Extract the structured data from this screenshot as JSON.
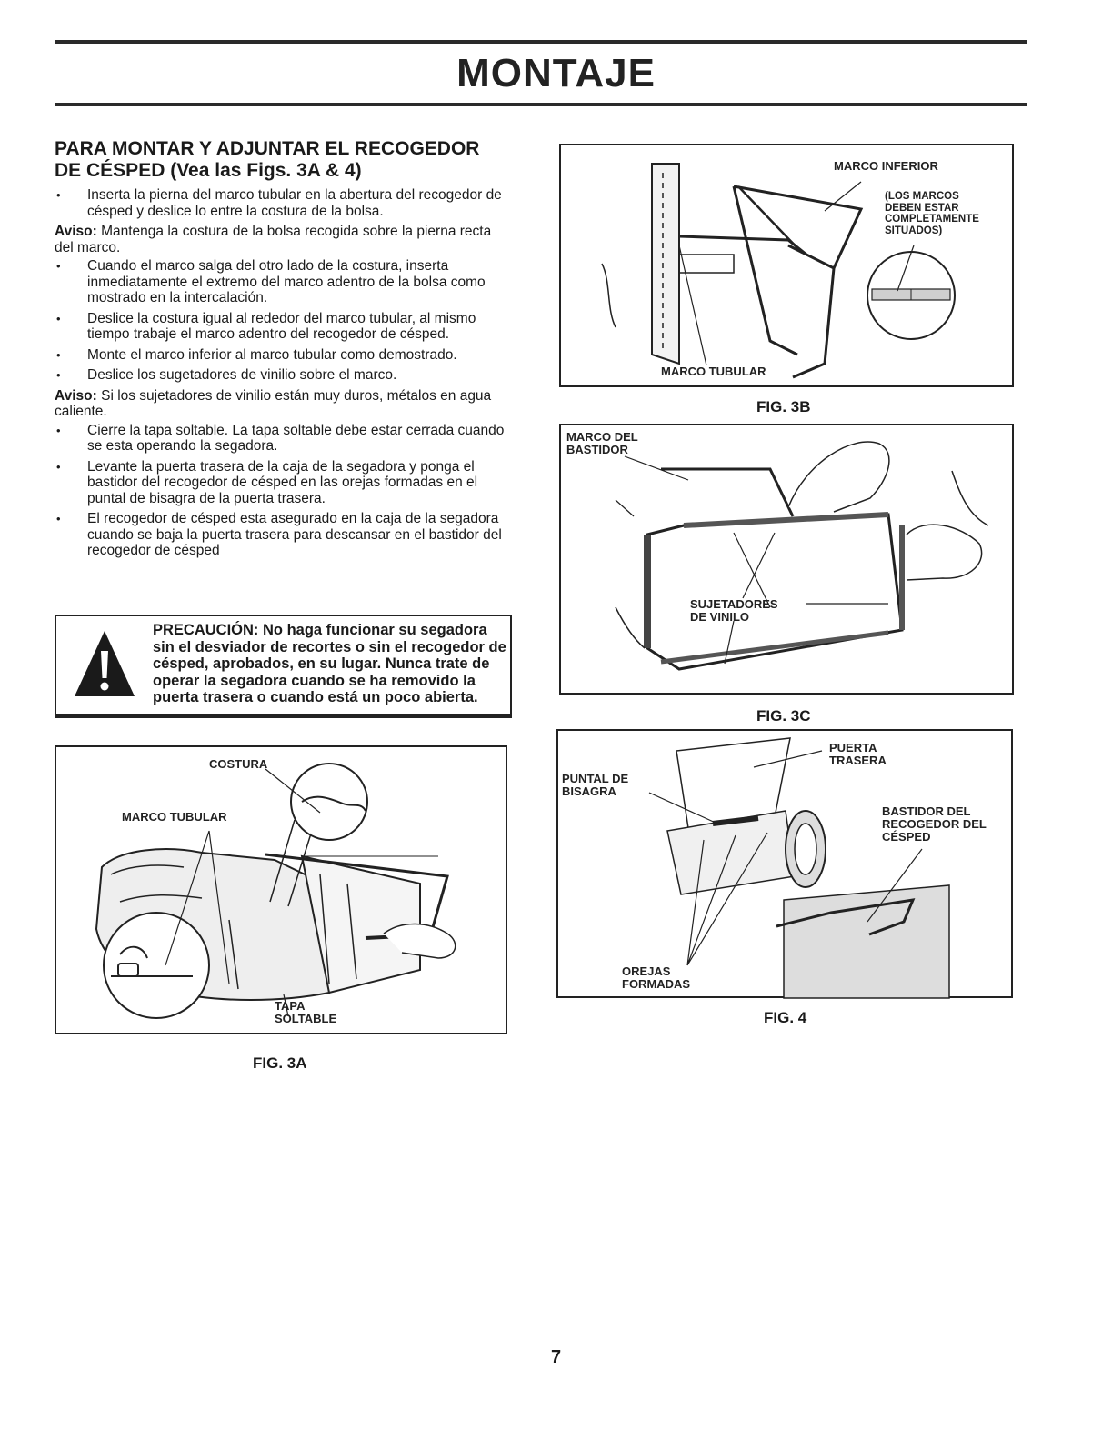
{
  "page": {
    "title": "MONTAJE",
    "page_number": "7"
  },
  "section": {
    "title": "PARA MONTAR Y ADJUNTAR EL RECOGEDOR",
    "title_line2": "DE CÉSPED (Vea las Figs. 3A & 4)",
    "bullets_1": [
      "Inserta la pierna del marco tubular en la abertura del recogedor de césped y deslice lo entre la costura de la bolsa."
    ],
    "notice_1_label": "Aviso:",
    "notice_1_text": " Mantenga la costura de la bolsa recogida sobre la pierna recta del marco.",
    "bullets_2": [
      "Cuando el marco salga del otro lado de la costura, inserta inmediatamente el extremo del marco adentro de la bolsa como mostrado en la intercalación.",
      "Deslice la costura igual al rededor del marco tubular, al mismo tiempo trabaje el marco adentro del recogedor de césped.",
      "Monte el marco inferior al marco tubular como demostrado.",
      "Deslice los sugetadores de vinilio sobre el marco."
    ],
    "notice_2_label": "Aviso:",
    "notice_2_text": " Si los sujetadores de vinilio están muy duros, métalos en agua caliente.",
    "bullets_3": [
      "Cierre la tapa soltable. La tapa soltable debe estar cerrada cuando se esta operando la segadora.",
      "Levante la puerta trasera de la caja de la segadora y ponga el bastidor del recogedor de césped en las orejas formadas en el puntal de bisagra de la puerta trasera.",
      "El recogedor de césped esta asegurado en la caja de la segadora cuando se baja la puerta trasera para descansar en el bastidor del recogedor de césped"
    ]
  },
  "caution": {
    "text": "PRECAUCIÓN: No haga funcionar su segadora sin el desviador de recortes o sin el recogedor de césped, aprobados, en su lugar. Nunca trate de operar la segadora cuando se ha removido la puerta trasera o cuando está un poco abierta."
  },
  "fig3a": {
    "caption": "FIG. 3A",
    "labels": {
      "costura": "COSTURA",
      "marco_tubular": "MARCO TUBULAR",
      "tapa": "TAPA\nSOLTABLE"
    }
  },
  "fig3b": {
    "caption": "FIG. 3B",
    "labels": {
      "marco_inferior": "MARCO INFERIOR",
      "nota": "(LOS MARCOS\nDEBEN ESTAR\nCOMPLETAMENTE\nSITUADOS)",
      "marco_tubular": "MARCO TUBULAR"
    }
  },
  "fig3c": {
    "caption": "FIG. 3C",
    "labels": {
      "marco_bastidor": "MARCO DEL\nBASTIDOR",
      "sujetadores": "SUJETADORES\nDE VINILO"
    }
  },
  "fig4": {
    "caption": "FIG. 4",
    "labels": {
      "puerta": "PUERTA\nTRASERA",
      "puntal": "PUNTAL DE\nBISAGRA",
      "bastidor": "BASTIDOR DEL\nRECOGEDOR DEL\nCÉSPED",
      "orejas": "OREJAS\nFORMADAS"
    }
  }
}
